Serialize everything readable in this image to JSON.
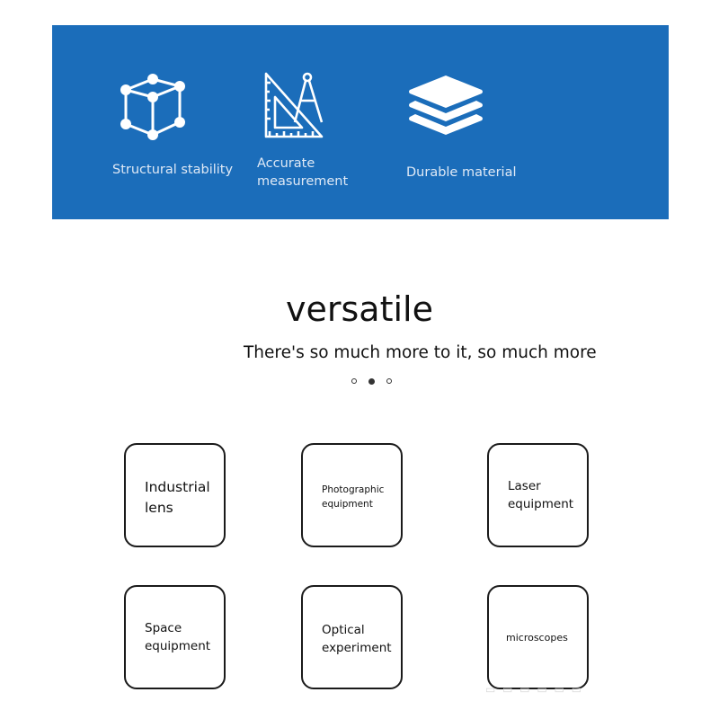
{
  "banner": {
    "color": "#1b6dba",
    "features": [
      {
        "icon": "cube-structure-icon",
        "label": "Structural stability"
      },
      {
        "icon": "ruler-compass-icon",
        "label": "Accurate measurement"
      },
      {
        "icon": "stacked-layers-icon",
        "label": "Durable material"
      }
    ]
  },
  "heading": "versatile",
  "subheading": "There's so much more to it, so much more",
  "carousel": {
    "slides": 3,
    "active": 2
  },
  "applications": [
    {
      "label": "Industrial\nlens"
    },
    {
      "label": "Photographic\nequipment"
    },
    {
      "label": "Laser\nequipment"
    },
    {
      "label": "Space\nequipment"
    },
    {
      "label": "Optical\nexperiment"
    },
    {
      "label": "microscopes"
    }
  ]
}
